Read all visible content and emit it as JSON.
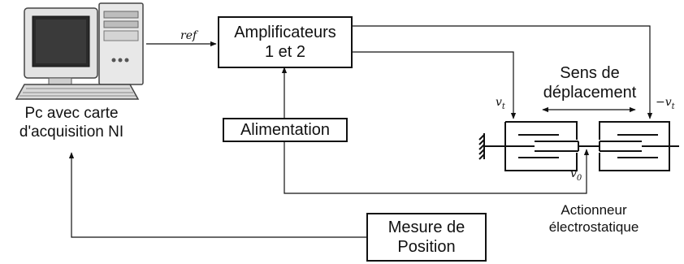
{
  "computer": {
    "label_line1": "Pc avec carte",
    "label_line2": "d'acquisition NI"
  },
  "blocks": {
    "amplifiers": {
      "line1": "Amplificateurs",
      "line2": "1 et 2"
    },
    "power_supply": {
      "line1": "Alimentation"
    },
    "position_measure": {
      "line1": "Mesure de",
      "line2": "Position"
    }
  },
  "signals": {
    "ref": "ref",
    "vt_left": "v",
    "vt_left_sub": "t",
    "vt_right": "−v",
    "vt_right_sub": "t",
    "v0": "v",
    "v0_sub": "0"
  },
  "annotations": {
    "direction_line1": "Sens de",
    "direction_line2": "déplacement",
    "actuator_line1": "Actionneur",
    "actuator_line2": "électrostatique"
  }
}
